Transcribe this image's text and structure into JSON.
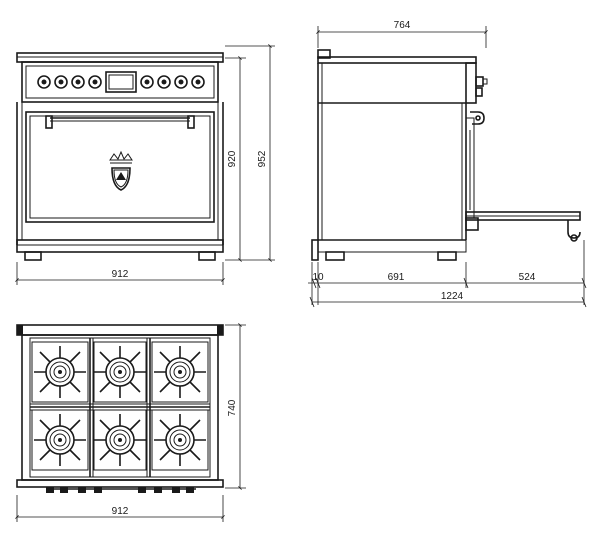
{
  "front_view": {
    "width_label": "912",
    "height_label_inner": "920",
    "height_label_outer": "952"
  },
  "side_view": {
    "depth_label": "764",
    "foot_label": "10",
    "body_depth_label": "691",
    "door_open_label": "524",
    "total_depth_label": "1224"
  },
  "top_view": {
    "width_label": "912",
    "depth_label": "740"
  },
  "icons": {
    "emblem": "crown-emblem-icon",
    "knob": "knob-icon",
    "burner": "burner-icon"
  }
}
